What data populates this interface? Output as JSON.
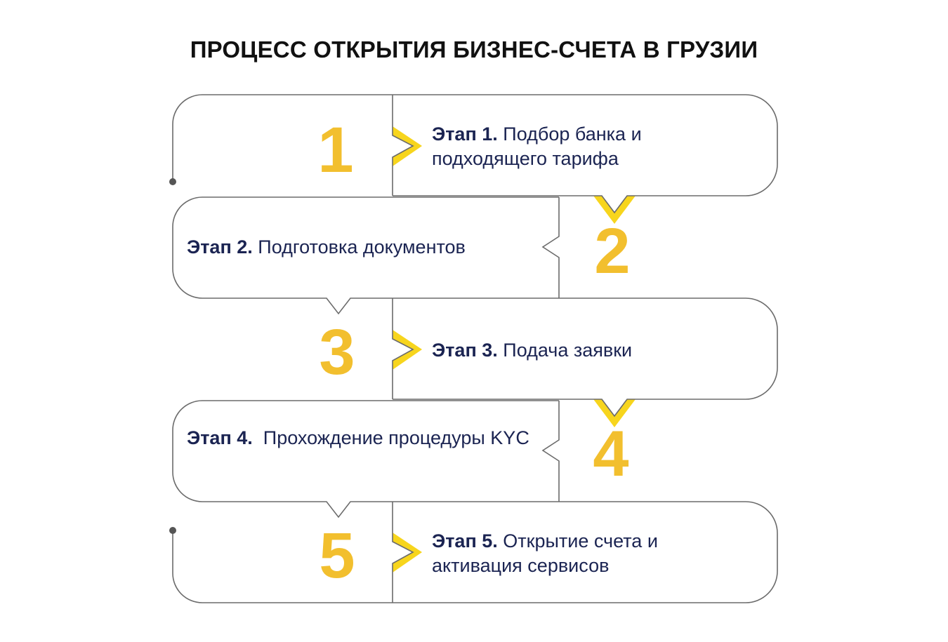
{
  "title": "ПРОЦЕСС ОТКРЫТИЯ БИЗНЕС-СЧЕТА В ГРУЗИИ",
  "colors": {
    "accent": "#F2BF2E",
    "chevron": "#F7D51D",
    "text": "#1b2452",
    "line": "#6b6b6b"
  },
  "steps": [
    {
      "number": "1",
      "label": "Этап 1.",
      "text": "Подбор банка и подходящего тарифа"
    },
    {
      "number": "2",
      "label": "Этап 2.",
      "text": "Подготовка документов"
    },
    {
      "number": "3",
      "label": "Этап 3.",
      "text": "Подача заявки"
    },
    {
      "number": "4",
      "label": "Этап 4.",
      "text": " Прохождение процедуры KYC"
    },
    {
      "number": "5",
      "label": "Этап 5.",
      "text": "Открытие счета и активация сервисов"
    }
  ]
}
